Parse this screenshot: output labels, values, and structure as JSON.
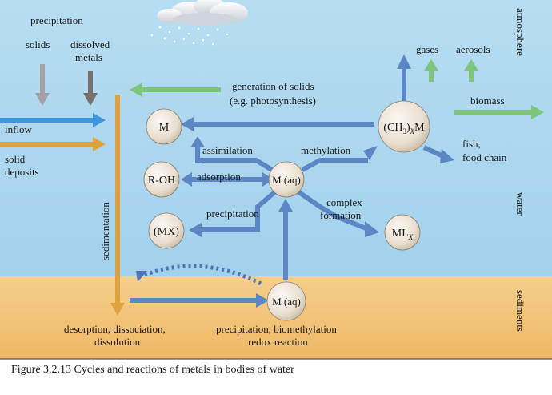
{
  "labels": {
    "precipitation_top": "precipitation",
    "solids": "solids",
    "dissolved_1": "dissolved",
    "dissolved_2": "metals",
    "inflow": "inflow",
    "solid_deposits_1": "solid",
    "solid_deposits_2": "deposits",
    "sedimentation": "sedimentation",
    "generation_1": "generation of solids",
    "generation_2": "(e.g. photosynthesis)",
    "assimilation": "assimilation",
    "methylation": "methylation",
    "adsorption": "adsorption",
    "precipitation_mid": "precipitation",
    "complex_1": "complex",
    "complex_2": "formation",
    "gases": "gases",
    "aerosols": "aerosols",
    "biomass": "biomass",
    "fish_1": "fish,",
    "fish_2": "food chain",
    "desorption_1": "desorption, dissociation,",
    "desorption_2": "dissolution",
    "precip_bio_1": "precipitation, biomethylation",
    "precip_bio_2": "redox reaction",
    "zone_atmosphere": "atmosphere",
    "zone_water": "water",
    "zone_sediments": "sediments"
  },
  "nodes": {
    "m": "M",
    "roh": "R-OH",
    "mx": "(MX)",
    "maq": "M (aq)",
    "ch3m_base": "(CH",
    "ch3m_sub3": "3",
    "ch3m_mid": ")",
    "ch3m_subx": "X",
    "ch3m_end": "M",
    "mlx_base": "ML",
    "mlx_sub": "X",
    "maq_sed": "M (aq)"
  },
  "caption": "Figure 3.2.13 Cycles and reactions of metals in bodies of water",
  "colors": {
    "water": "#a9d6ee",
    "sediment": "#f2c27a",
    "arrow_blue": "#5b87c4",
    "arrow_blue_bright": "#3f95df",
    "arrow_green": "#7cc57a",
    "arrow_orange": "#e0a23c",
    "arrow_gray": "#9e9ea0",
    "arrow_darkgray": "#6f6a6c",
    "node_fill": "#ece3d6"
  }
}
